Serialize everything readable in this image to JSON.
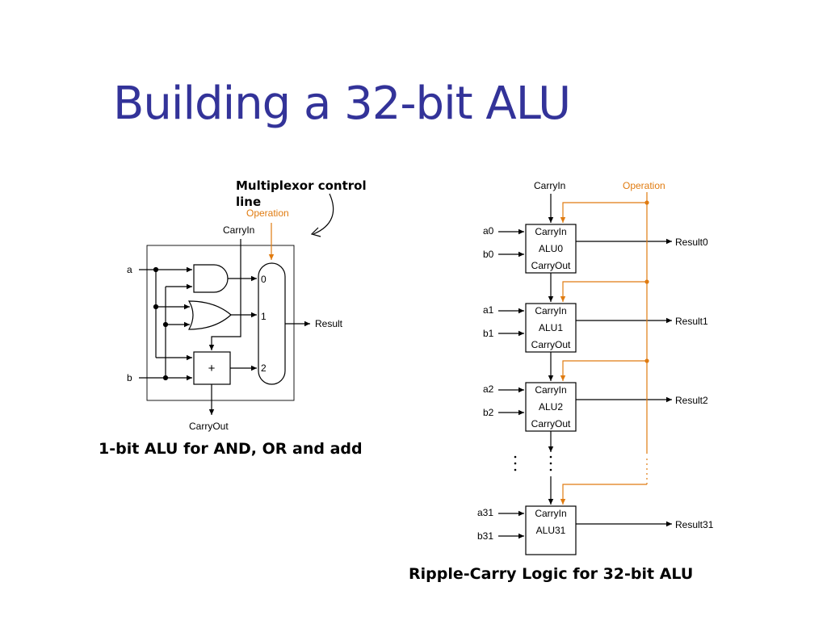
{
  "slide": {
    "title": "Building a 32-bit ALU"
  },
  "left_diagram": {
    "annotation_line1": "Multiplexor control",
    "annotation_line2": "line",
    "operation": "Operation",
    "carry_in": "CarryIn",
    "carry_out": "CarryOut",
    "input_a": "a",
    "input_b": "b",
    "result": "Result",
    "adder_symbol": "+",
    "mux_inputs": [
      "0",
      "1",
      "2"
    ],
    "caption": "1-bit ALU for AND, OR and add"
  },
  "right_diagram": {
    "carry_in": "CarryIn",
    "operation": "Operation",
    "alus": [
      {
        "a": "a0",
        "b": "b0",
        "cin": "CarryIn",
        "name": "ALU0",
        "cout": "CarryOut",
        "result": "Result0"
      },
      {
        "a": "a1",
        "b": "b1",
        "cin": "CarryIn",
        "name": "ALU1",
        "cout": "CarryOut",
        "result": "Result1"
      },
      {
        "a": "a2",
        "b": "b2",
        "cin": "CarryIn",
        "name": "ALU2",
        "cout": "CarryOut",
        "result": "Result2"
      },
      {
        "a": "a31",
        "b": "b31",
        "cin": "CarryIn",
        "name": "ALU31",
        "result": "Result31"
      }
    ],
    "caption": "Ripple-Carry Logic for 32-bit ALU"
  },
  "colors": {
    "title": "#333399",
    "control": "#e07b10"
  }
}
